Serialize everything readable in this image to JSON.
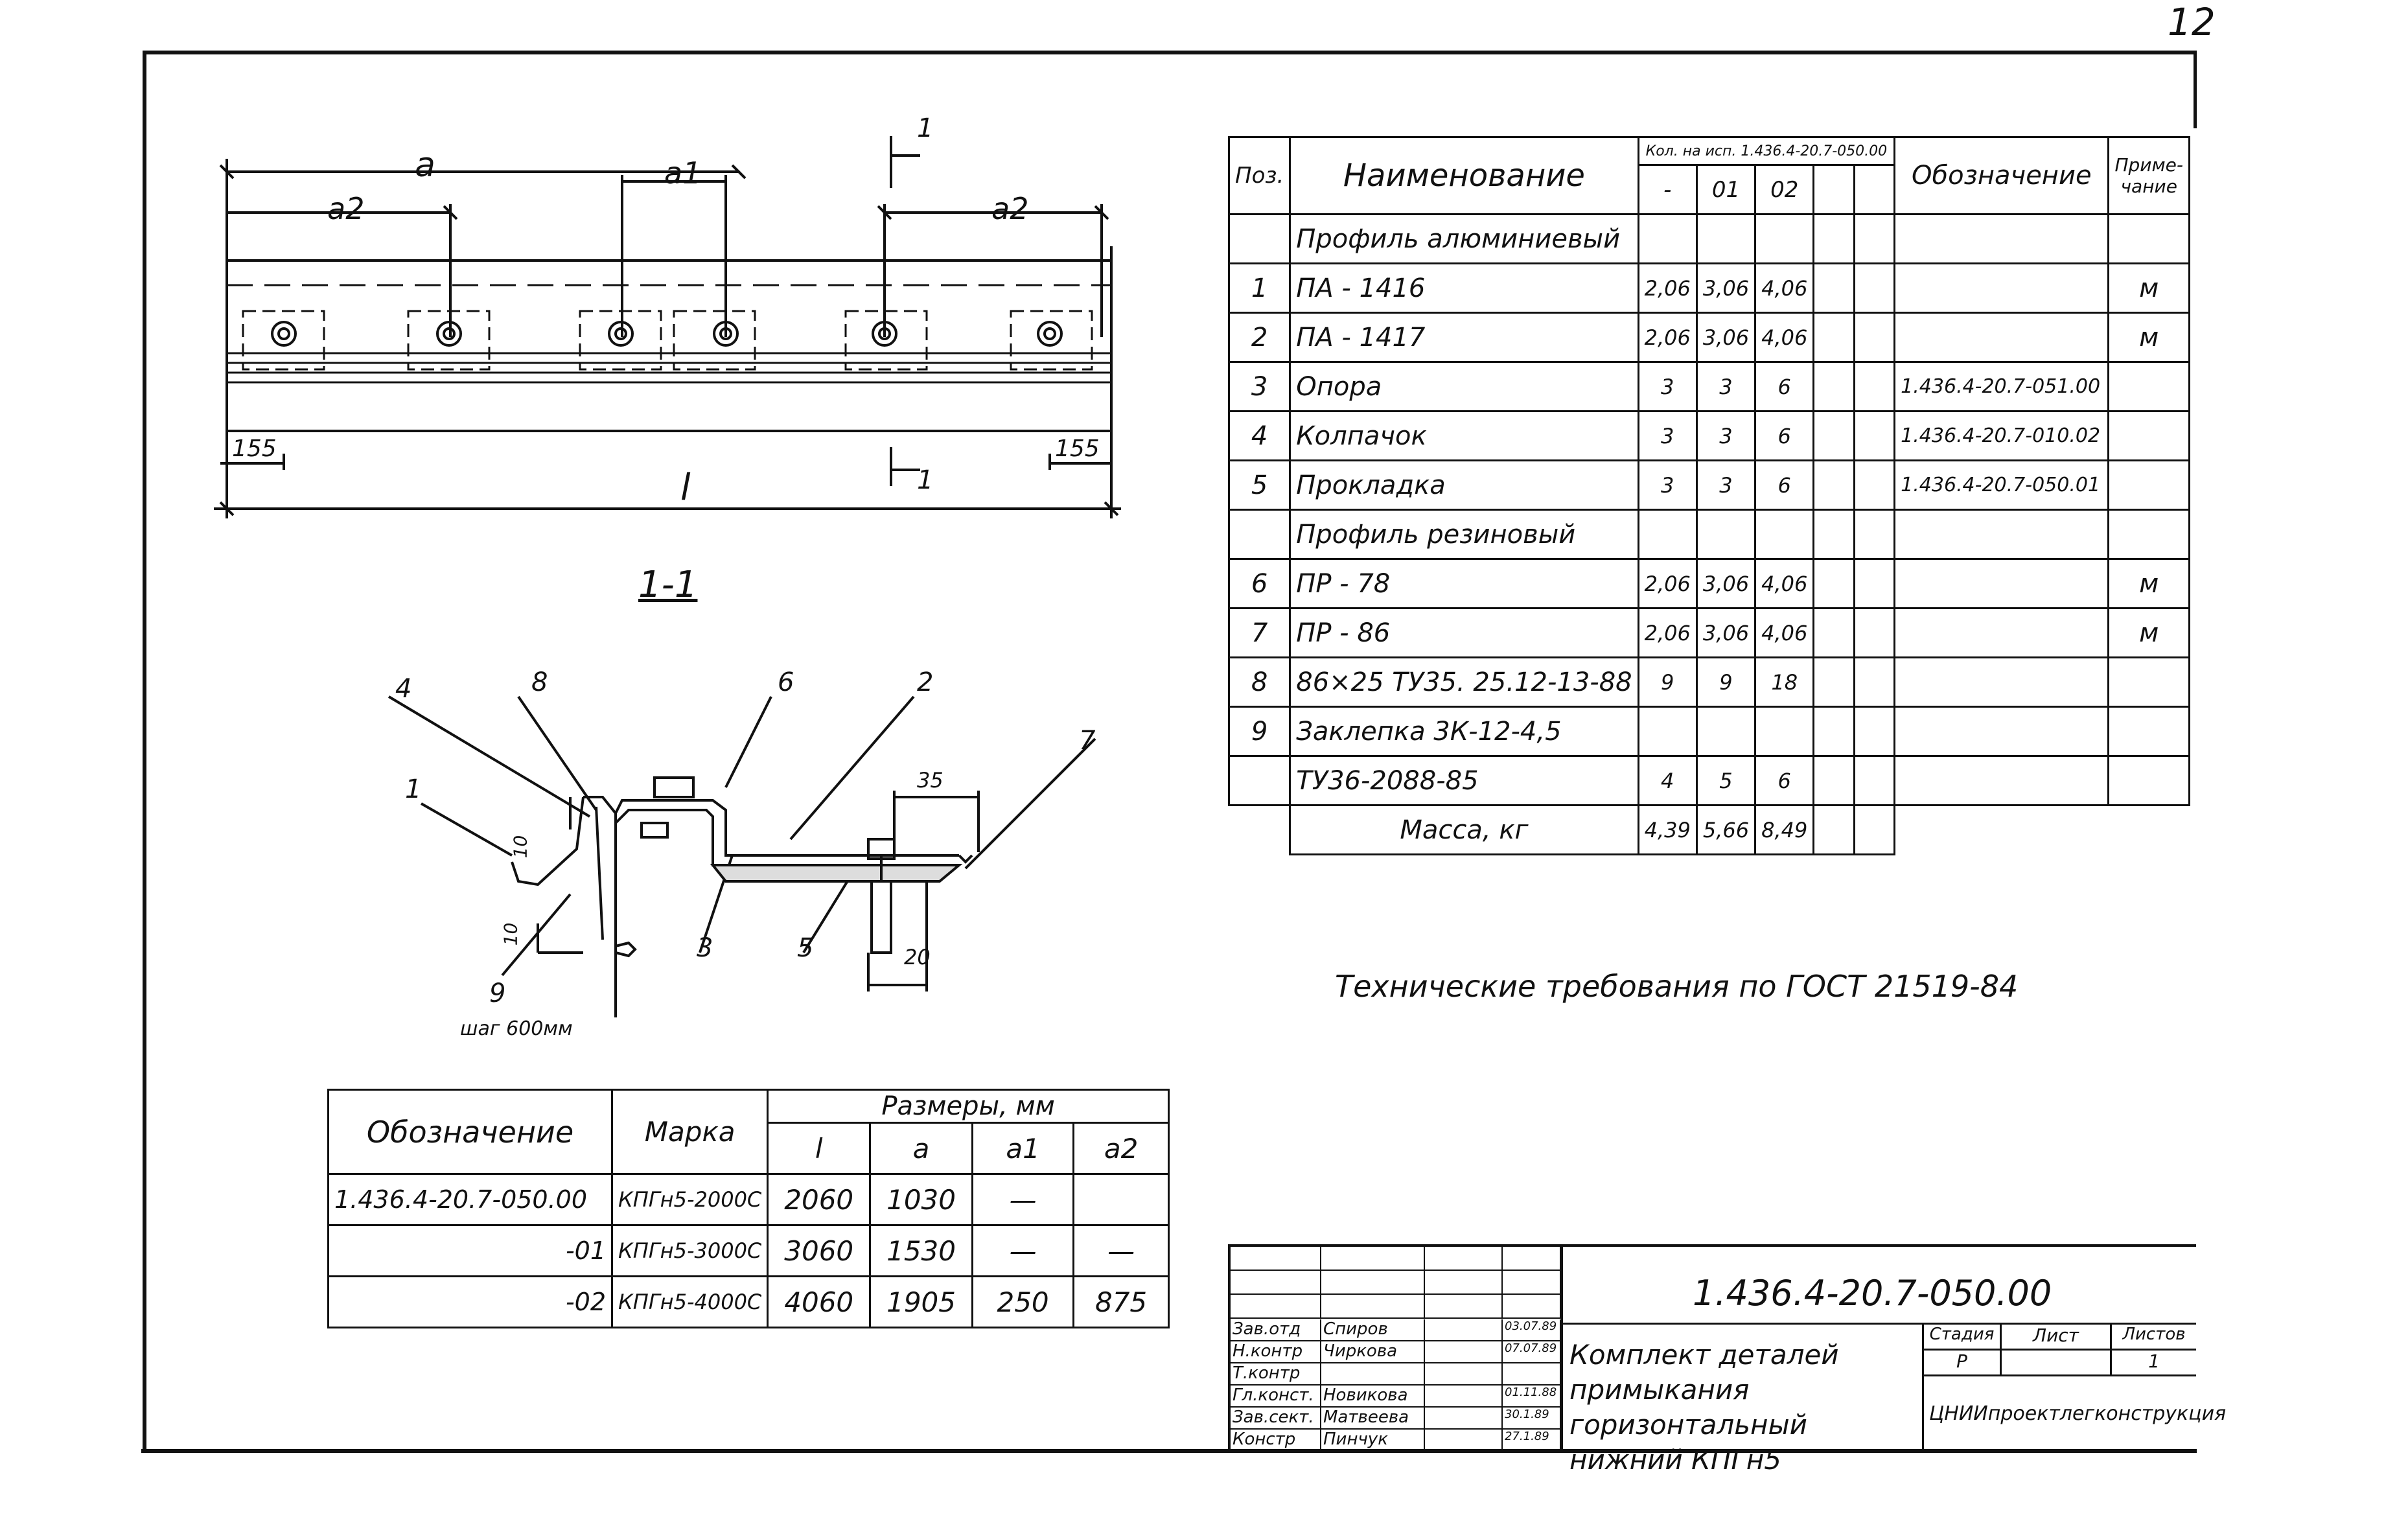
{
  "sheet_number": "12",
  "drawing": {
    "dim_a": "a",
    "dim_a1": "a1",
    "dim_a2_left": "a2",
    "dim_a2_right": "a2",
    "dim_l": "l",
    "dim_155_left": "155",
    "dim_155_right": "155",
    "section_mark_top": "1",
    "section_mark_bottom": "1",
    "section_title": "1-1"
  },
  "section": {
    "callouts": [
      "4",
      "8",
      "6",
      "2",
      "7",
      "1",
      "3",
      "5",
      "9"
    ],
    "dim_35": "35",
    "dim_20": "20",
    "dim_10a": "10",
    "dim_10b": "10",
    "step_note": "шаг 600мм"
  },
  "parts_table": {
    "headers": {
      "pos": "Поз.",
      "name": "Наименование",
      "qty": "Кол. на исп. 1.436.4-20.7-050.00",
      "qty_cols": [
        "-",
        "01",
        "02"
      ],
      "designation": "Обозначение",
      "note": "Приме-чание"
    },
    "rows": [
      {
        "pos": "",
        "name": "Профиль алюминиевый",
        "q0": "",
        "q1": "",
        "q2": "",
        "designation": "",
        "note": ""
      },
      {
        "pos": "1",
        "name": "ПА - 1416",
        "q0": "2,06",
        "q1": "3,06",
        "q2": "4,06",
        "designation": "",
        "note": "м"
      },
      {
        "pos": "2",
        "name": "ПА - 1417",
        "q0": "2,06",
        "q1": "3,06",
        "q2": "4,06",
        "designation": "",
        "note": "м"
      },
      {
        "pos": "3",
        "name": "Опора",
        "q0": "3",
        "q1": "3",
        "q2": "6",
        "designation": "1.436.4-20.7-051.00",
        "note": ""
      },
      {
        "pos": "4",
        "name": "Колпачок",
        "q0": "3",
        "q1": "3",
        "q2": "6",
        "designation": "1.436.4-20.7-010.02",
        "note": ""
      },
      {
        "pos": "5",
        "name": "Прокладка",
        "q0": "3",
        "q1": "3",
        "q2": "6",
        "designation": "1.436.4-20.7-050.01",
        "note": ""
      },
      {
        "pos": "",
        "name": "Профиль резиновый",
        "q0": "",
        "q1": "",
        "q2": "",
        "designation": "",
        "note": ""
      },
      {
        "pos": "6",
        "name": "ПР - 78",
        "q0": "2,06",
        "q1": "3,06",
        "q2": "4,06",
        "designation": "",
        "note": "м"
      },
      {
        "pos": "7",
        "name": "ПР - 86",
        "q0": "2,06",
        "q1": "3,06",
        "q2": "4,06",
        "designation": "",
        "note": "м"
      },
      {
        "pos": "8",
        "name": "86×25 ТУ35. 25.12-13-88",
        "q0": "9",
        "q1": "9",
        "q2": "18",
        "designation": "",
        "note": ""
      },
      {
        "pos": "9",
        "name": "Заклепка 3К-12-4,5",
        "q0": "",
        "q1": "",
        "q2": "",
        "designation": "",
        "note": ""
      },
      {
        "pos": "",
        "name": "ТУ36-2088-85",
        "q0": "4",
        "q1": "5",
        "q2": "6",
        "designation": "",
        "note": ""
      }
    ],
    "mass_label": "Масса, кг",
    "mass": [
      "4,39",
      "5,66",
      "8,49"
    ]
  },
  "tech_requirements": "Технические требования по ГОСТ 21519-84",
  "sizes_table": {
    "headers": {
      "designation": "Обозначение",
      "mark": "Марка",
      "sizes": "Размеры, мм",
      "l": "l",
      "a": "a",
      "a1": "a1",
      "a2": "a2"
    },
    "rows": [
      {
        "designation": "1.436.4-20.7-050.00",
        "mark": "КПГн5-2000С",
        "l": "2060",
        "a": "1030",
        "a1": "—",
        "a2": ""
      },
      {
        "designation": "-01",
        "mark": "КПГн5-3000С",
        "l": "3060",
        "a": "1530",
        "a1": "—",
        "a2": "—"
      },
      {
        "designation": "-02",
        "mark": "КПГн5-4000С",
        "l": "4060",
        "a": "1905",
        "a1": "250",
        "a2": "875"
      }
    ]
  },
  "title_block": {
    "doc_code": "1.436.4-20.7-050.00",
    "title": "Комплект деталей примыкания горизонтальный нижний КПГн5",
    "stage_label": "Стадия",
    "sheet_label": "Лист",
    "sheets_label": "Листов",
    "stage": "Р",
    "sheets": "1",
    "org": "ЦНИИпроектлегконструкция",
    "roles": [
      {
        "role": "Зав.отд",
        "name": "Спиров",
        "date": "03.07.89"
      },
      {
        "role": "Н.контр",
        "name": "Чиркова",
        "date": "07.07.89"
      },
      {
        "role": "Т.контр",
        "name": "",
        "date": ""
      },
      {
        "role": "Гл.конст.",
        "name": "Новикова",
        "date": "01.11.88"
      },
      {
        "role": "Зав.сект.",
        "name": "Матвеева",
        "date": "30.1.89"
      },
      {
        "role": "Констр",
        "name": "Пинчук",
        "date": "27.1.89"
      }
    ]
  }
}
